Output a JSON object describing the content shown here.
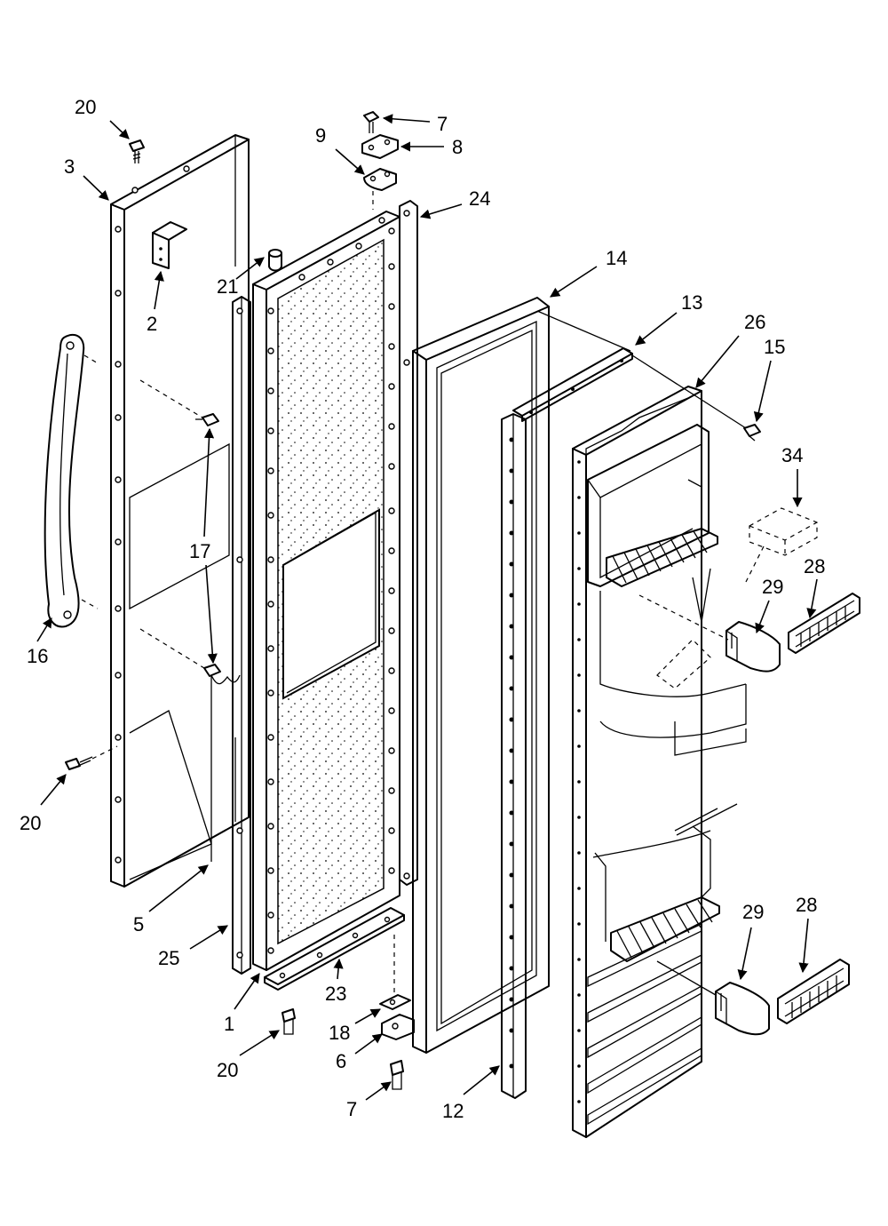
{
  "callouts": [
    {
      "id": "c20a",
      "label": "20"
    },
    {
      "id": "c3",
      "label": "3"
    },
    {
      "id": "c2",
      "label": "2"
    },
    {
      "id": "c7a",
      "label": "7"
    },
    {
      "id": "c8",
      "label": "8"
    },
    {
      "id": "c9",
      "label": "9"
    },
    {
      "id": "c24",
      "label": "24"
    },
    {
      "id": "c21",
      "label": "21"
    },
    {
      "id": "c14",
      "label": "14"
    },
    {
      "id": "c13",
      "label": "13"
    },
    {
      "id": "c26",
      "label": "26"
    },
    {
      "id": "c15",
      "label": "15"
    },
    {
      "id": "c34",
      "label": "34"
    },
    {
      "id": "c17",
      "label": "17"
    },
    {
      "id": "c28a",
      "label": "28"
    },
    {
      "id": "c29a",
      "label": "29"
    },
    {
      "id": "c16",
      "label": "16"
    },
    {
      "id": "c20b",
      "label": "20"
    },
    {
      "id": "c5",
      "label": "5"
    },
    {
      "id": "c25",
      "label": "25"
    },
    {
      "id": "c23",
      "label": "23"
    },
    {
      "id": "c1",
      "label": "1"
    },
    {
      "id": "c18",
      "label": "18"
    },
    {
      "id": "c6",
      "label": "6"
    },
    {
      "id": "c20c",
      "label": "20"
    },
    {
      "id": "c7b",
      "label": "7"
    },
    {
      "id": "c12",
      "label": "12"
    },
    {
      "id": "c29b",
      "label": "29"
    },
    {
      "id": "c28b",
      "label": "28"
    }
  ]
}
